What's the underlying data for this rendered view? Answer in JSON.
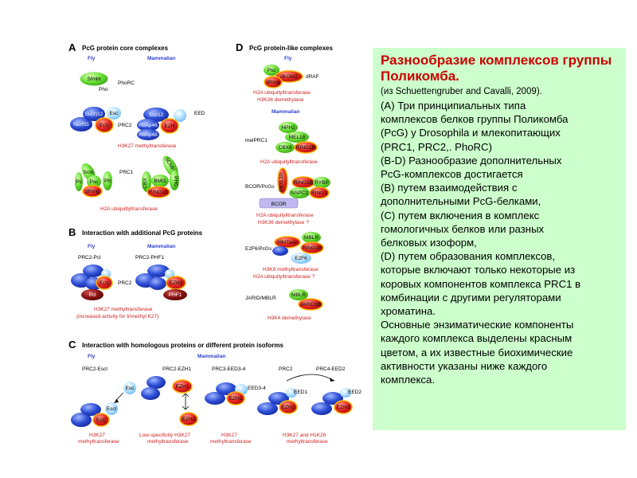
{
  "figure": {
    "sections": {
      "A": {
        "letter": "A",
        "title": "PcG protein core complexes"
      },
      "B": {
        "letter": "B",
        "title": "Interaction with additional PcG proteins"
      },
      "C": {
        "letter": "C",
        "title": "Interaction with homologous proteins or different protein isoforms"
      },
      "D": {
        "letter": "D",
        "title": "PcG protein-like complexes"
      }
    },
    "organisms": {
      "fly": "Fly",
      "mammalian": "Mammalian"
    },
    "panelA": {
      "complexes": [
        "PhoRC",
        "PRC2",
        "PRC1"
      ],
      "activities": [
        "H3K27 methyltransferase",
        "H2A ubiquitlyltransferase"
      ],
      "proteins": [
        "Sfmbt",
        "Pho",
        "Su(z)12",
        "Esc",
        "Nurf55",
        "E(z)",
        "Suz12",
        "EED",
        "RbAp46",
        "RbAp48",
        "EZH",
        "Scm",
        "Pc",
        "Psc",
        "Ph",
        "dRing",
        "SCMH1/2",
        "CBX",
        "PHC",
        "BMI1",
        "RING1B"
      ]
    },
    "panelB": {
      "complexes": [
        "PRC2-Pcl",
        "PRC2-PHF1",
        "PRC2"
      ],
      "proteins": [
        "E(z)",
        "Pcl",
        "EZH2",
        "PHF1"
      ],
      "activity_lines": [
        "H3K27 methyltransferase",
        "(increased activity for trimethyl K27)"
      ]
    },
    "panelC": {
      "complexes": [
        "PRC2-Escl",
        "PRC2-EZH1",
        "PRC3-EED3-4",
        "PRC2",
        "PRC4-EED2"
      ],
      "proteins": [
        "Esc",
        "Escl",
        "E(z)",
        "EZH1",
        "EZH2",
        "EED3-4",
        "EED1",
        "EED2"
      ],
      "activities": {
        "c1": [
          "H3K27",
          "methyltransferase"
        ],
        "c2": [
          "Low-specificity H3K27",
          "methyltransferase"
        ],
        "c3": [
          "H3K27",
          "methyltransferase"
        ],
        "c4": [
          "H3K27 and H1K26",
          "methyltransferase"
        ]
      }
    },
    "panelD": {
      "complexes": [
        "dRAF",
        "melPRC1",
        "BCOR/PcGs",
        "E2F6/PcGs",
        "JARID/MBLR"
      ],
      "proteins": [
        "Psc",
        "dKDM2",
        "dRing",
        "HPH2",
        "MEL18",
        "CBX8",
        "RING1B",
        "FBXL10",
        "RYBP",
        "NSPC1",
        "RING1",
        "BCOR",
        "MBLR",
        "HMTase",
        "E2F6",
        "JARID1B"
      ],
      "activities": {
        "draf": [
          "H2A ubiquitylltransferase",
          "H3K36 demethylase"
        ],
        "melprc1": [
          "H2A ubiquitylltransferase"
        ],
        "bcor": [
          "H2A ubiquitylltransferase",
          "H3K36 demethylase ?"
        ],
        "e2f6": [
          "H3K9 methyltransferase",
          "H2A ubiquitylltransferase ?"
        ],
        "jarid": [
          "H3K4 demethylase"
        ]
      }
    }
  },
  "textbox": {
    "title": "Разнообразие комплексов группы Поликомба.",
    "source": "(из Schuettengruber and Cavalli, 2009).",
    "lines": [
      "(А) Три принципиальных типа",
      "комплексов белков группы Поликомба",
      "(PcG) у Drosophila и млекопитающих",
      "(PRC1, PRC2,. PhoRC)",
      "(B-D) Разнообразие дополнительных",
      "PcG-комплексов достигается",
      "(В) путем взаимодействия с",
      "дополнительными PcG-белками,",
      "(С) путем включения в комплекс",
      "гомологичных белков или разных",
      "белковых изоформ,",
      "(D) путем образования комплексов,",
      "которые включают только некоторые из",
      "коровых компонентов комплекса PRC1 в",
      "комбинации с другими регуляторами",
      "хроматина.",
      "Основные энзиматические компоненты",
      "каждого комплекса выделены красным",
      "цветом, а их известные биохимические",
      "активности указаны ниже каждого",
      "комплекса."
    ]
  },
  "colors": {
    "blue": "#2e4fd6",
    "green": "#66dd33",
    "red": "#e8231e",
    "orange": "#ffb300",
    "darkred": "#8b1212",
    "lightblue": "#aaddff",
    "purple": "#c0b8ee",
    "textbox_bg": "#ccffcc",
    "title_red": "#cc0000"
  }
}
